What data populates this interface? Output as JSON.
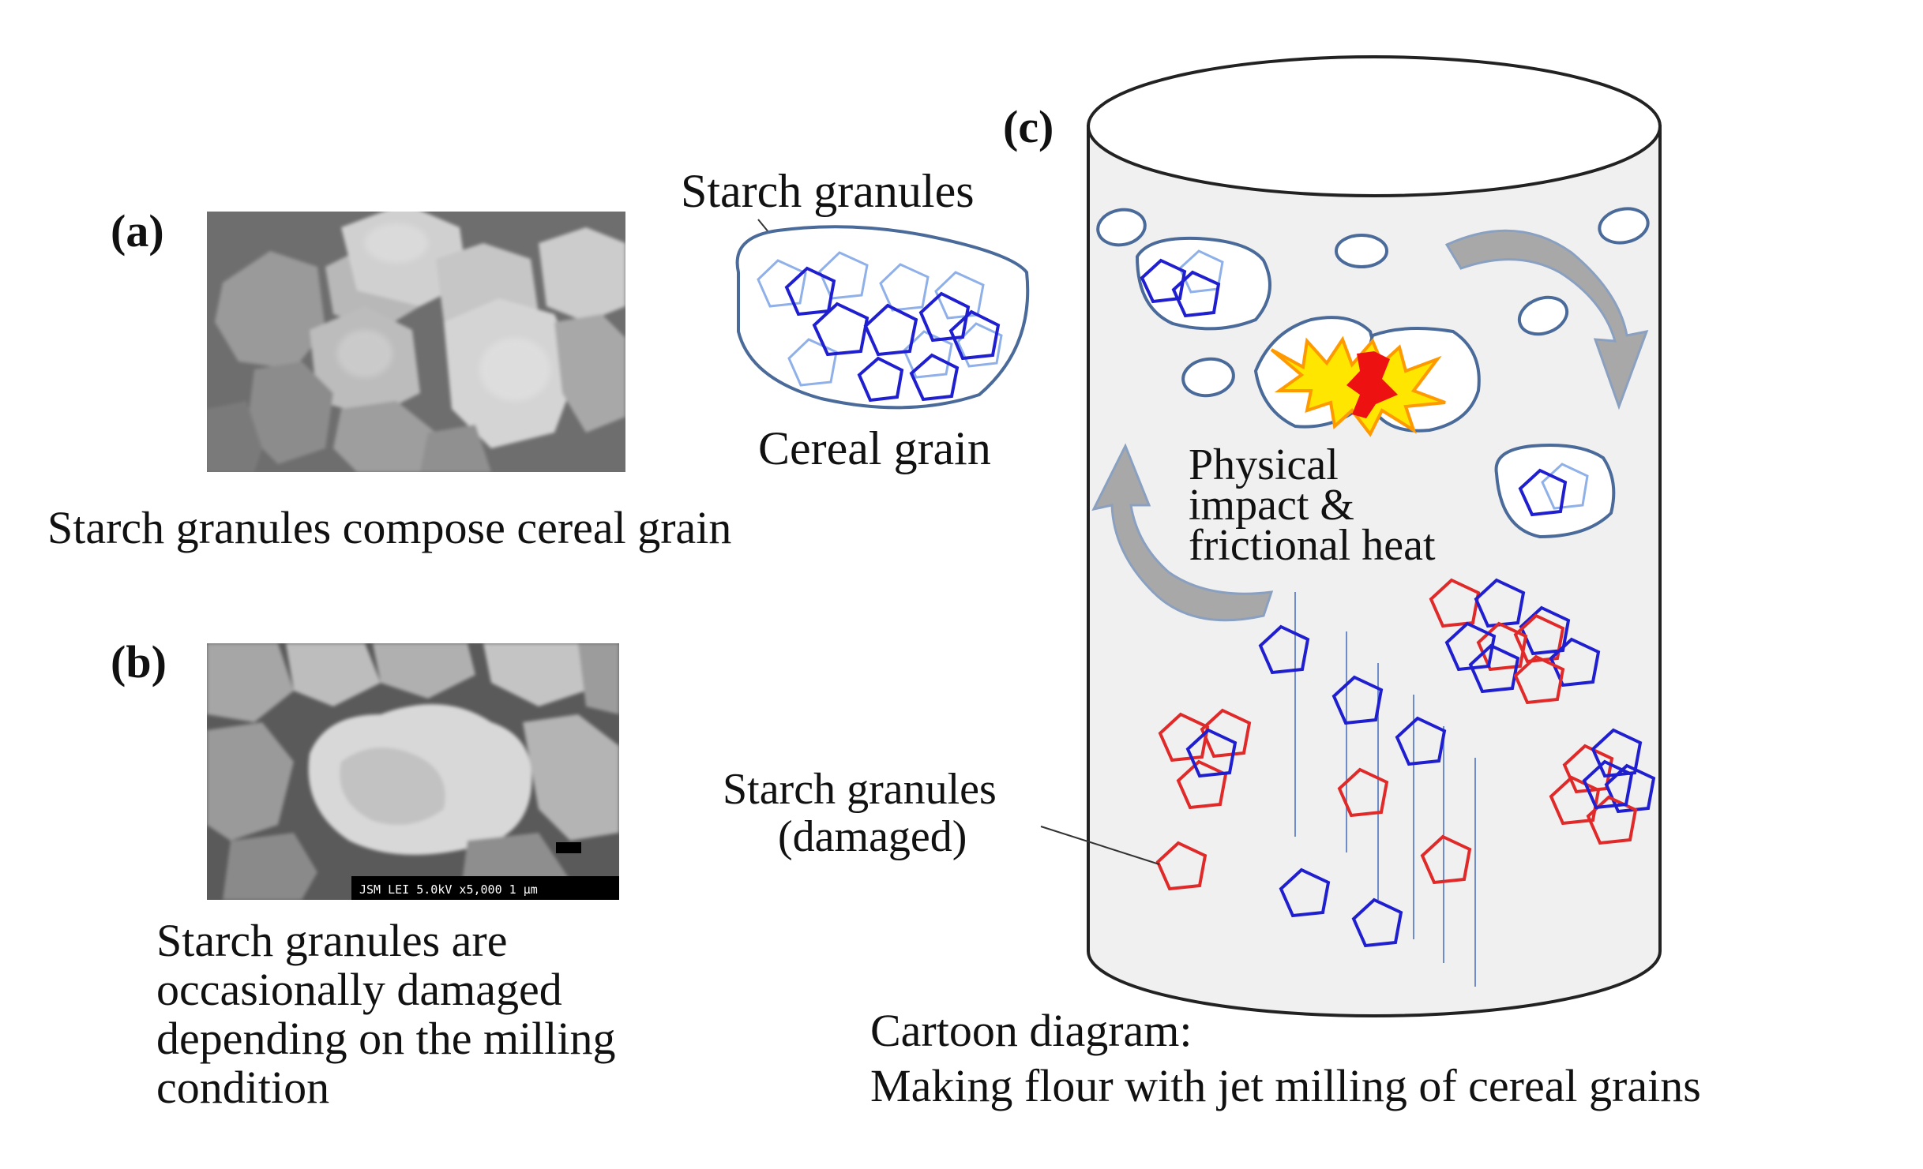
{
  "panels": {
    "a": {
      "label": "(a)",
      "caption": "Starch granules compose cereal grain"
    },
    "b": {
      "label": "(b)",
      "caption_lines": [
        "Starch granules are",
        "occasionally damaged",
        "depending on the milling",
        "condition"
      ],
      "micrograph_scale_bar_text": "JSM  LEI    5.0kV   x5,000    1 μm"
    },
    "grain_diagram": {
      "starch_label": "Starch granules",
      "grain_label": "Cereal grain"
    },
    "c": {
      "label": "(c)",
      "impact_lines": [
        "Physical",
        "impact &",
        "frictional heat"
      ],
      "damaged_label_lines": [
        "Starch granules",
        "(damaged)"
      ],
      "caption_lines": [
        "Cartoon diagram:",
        "Making flour with jet milling of cereal grains"
      ]
    }
  },
  "colors": {
    "intact_granule": "#1f1fd0",
    "intact_granule_light": "#8fb0e8",
    "damaged_granule": "#e02a2a",
    "grain_outline": "#4a6a9a",
    "cylinder_fill": "#f0f0f0",
    "arrow_fill": "#a8a8a8",
    "flash_outer": "#ffe600",
    "flash_inner": "#ff9900",
    "flash_core": "#ee1111"
  }
}
